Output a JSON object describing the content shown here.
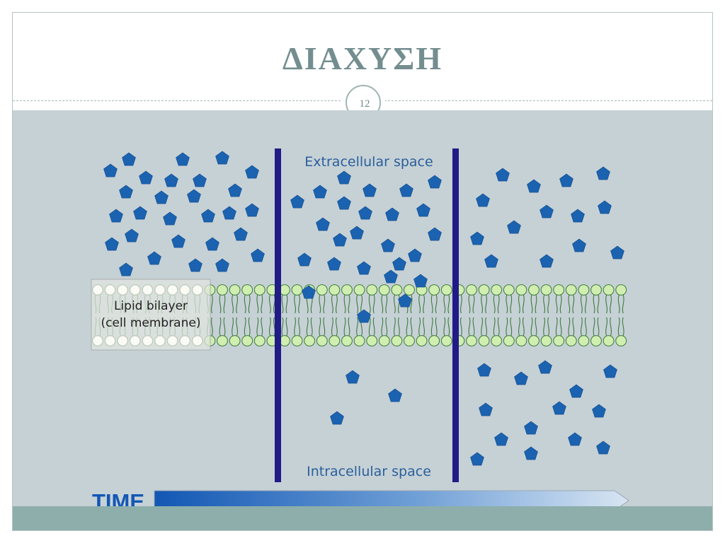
{
  "slide": {
    "title": "ΔΙΑΧΥΣΗ",
    "number": "12"
  },
  "diagram": {
    "membrane_label_line1": "Lipid bilayer",
    "membrane_label_line2": "(cell membrane)",
    "extracellular_label": "Extracellular space",
    "intracellular_label": "Intracellular space",
    "time_label": "TIME",
    "colors": {
      "molecule": "#1b63b0",
      "divider": "#201b86",
      "lipid_head": "#cfeeb0",
      "label_text": "#2a5f9a"
    }
  }
}
